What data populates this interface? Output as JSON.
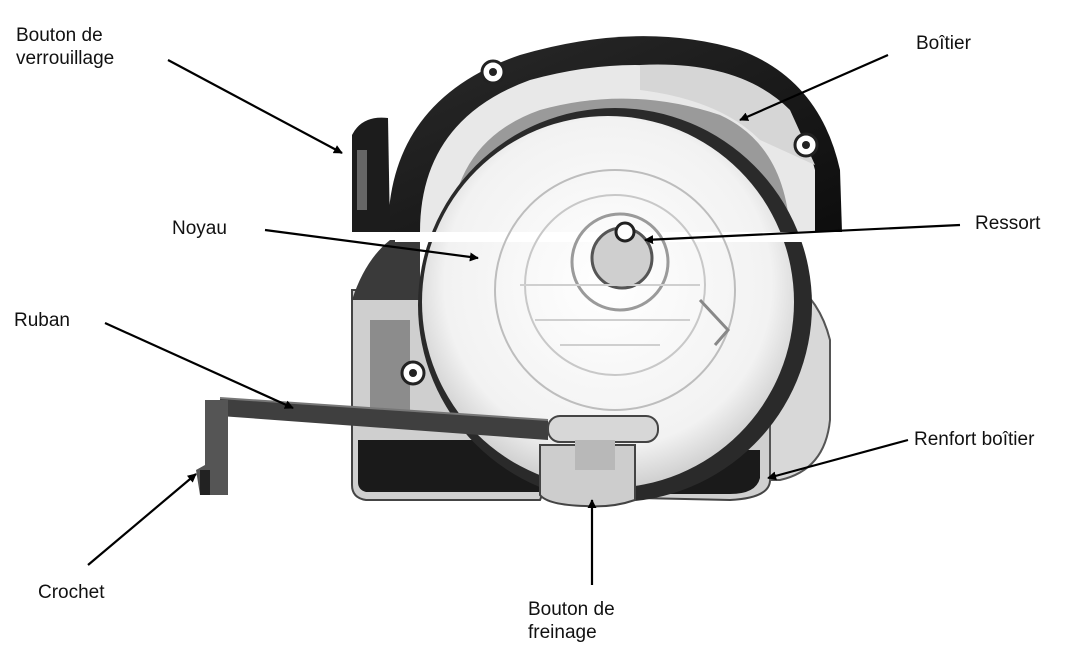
{
  "labels": {
    "bouton_verrouillage": "Bouton de\nverrouillage",
    "boitier": "Boîtier",
    "noyau": "Noyau",
    "ressort": "Ressort",
    "ruban": "Ruban",
    "renfort_boitier": "Renfort boîtier",
    "crochet": "Crochet",
    "bouton_freinage": "Bouton de\nfreinage"
  },
  "colors": {
    "line": "#000000",
    "housing_dark": "#111111",
    "housing_mid": "#8c8c8c",
    "housing_light": "#e6e6e6"
  }
}
